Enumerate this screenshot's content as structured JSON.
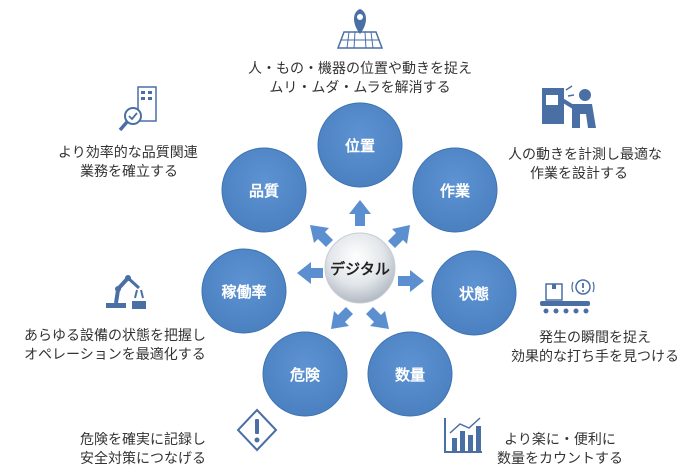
{
  "colors": {
    "node": "#4f86c6",
    "node_stroke": "#3f73b1",
    "arrow": "#5b8fd0",
    "icon": "#4a6fa5",
    "hub_light": "#ffffff",
    "hub_dark": "#a9b1bb",
    "text": "#333333"
  },
  "hub": {
    "label": "デジタル"
  },
  "nodes": [
    {
      "label": "位置"
    },
    {
      "label": "作業"
    },
    {
      "label": "状態"
    },
    {
      "label": "数量"
    },
    {
      "label": "危険"
    },
    {
      "label": "稼働率"
    },
    {
      "label": "品質"
    }
  ],
  "notes": {
    "position": [
      "人・もの・機器の位置や動きを捉え",
      "ムリ・ムダ・ムラを解消する"
    ],
    "work": [
      "人の動きを計測し最適な",
      "作業を設計する"
    ],
    "state": [
      "発生の瞬間を捉え",
      "効果的な打ち手を見つける"
    ],
    "quantity": [
      "より楽に・便利に",
      "数量をカウントする"
    ],
    "danger": [
      "危険を確実に記録し",
      "安全対策につなげる"
    ],
    "operation": [
      "あらゆる設備の状態を把握し",
      "オペレーションを最適化する"
    ],
    "quality": [
      "より効率的な品質関連",
      "業務を確立する"
    ]
  },
  "icons": [
    "map-pin-grid-icon",
    "worker-machine-icon",
    "conveyor-alert-icon",
    "bar-chart-icon",
    "warning-icon",
    "robot-arm-icon",
    "quality-inspection-icon"
  ]
}
